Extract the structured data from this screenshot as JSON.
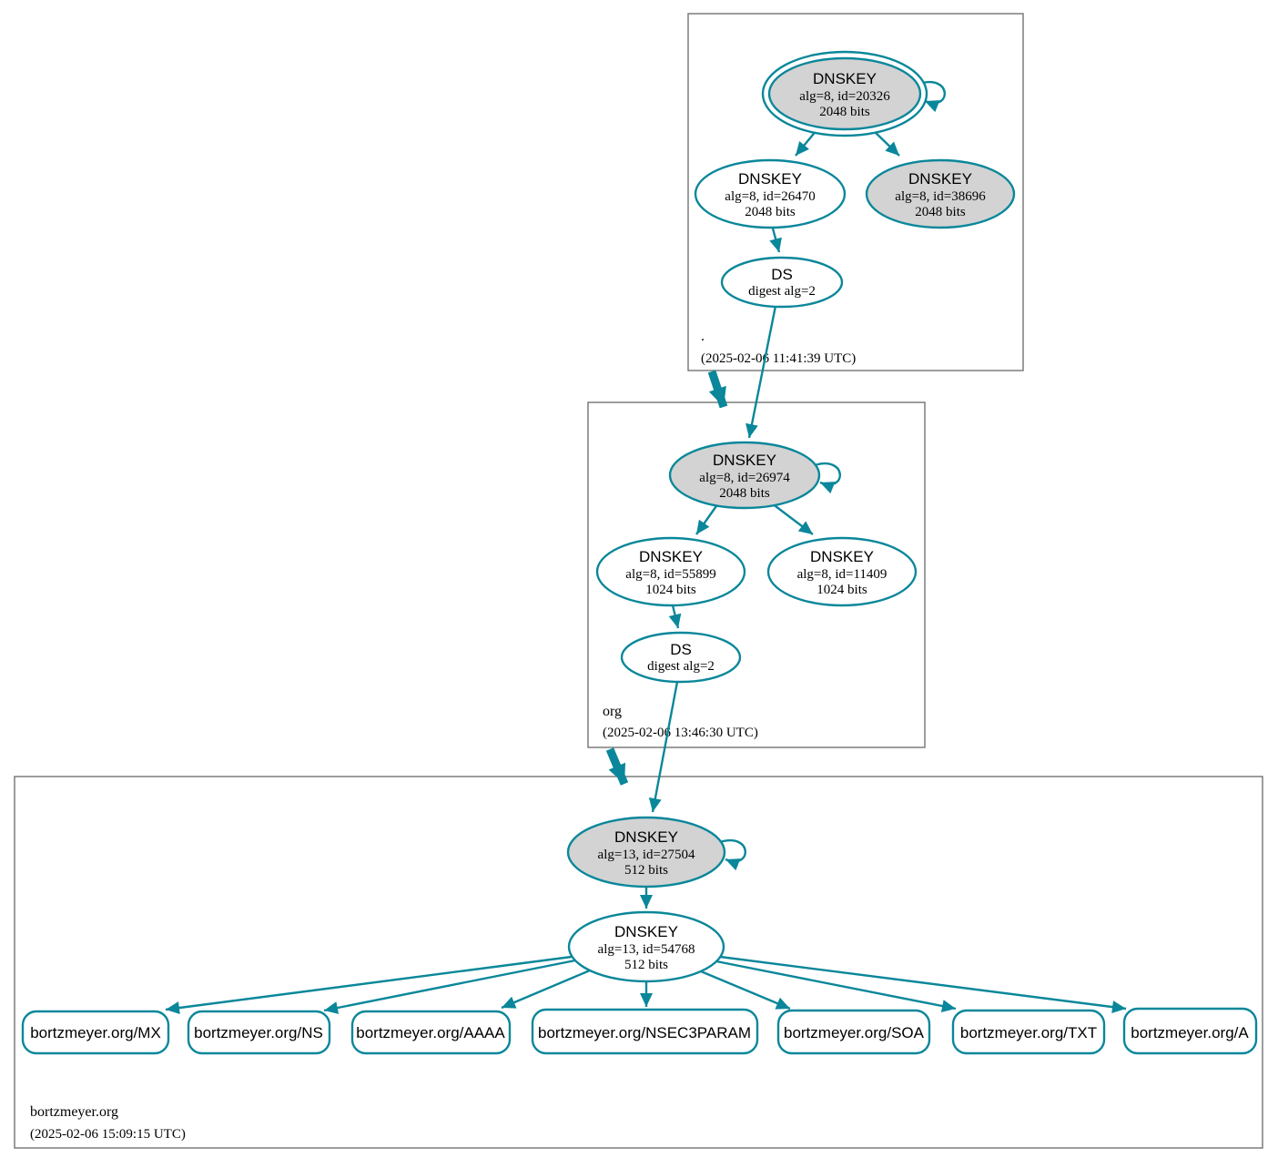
{
  "colors": {
    "edge": "#0A879A",
    "ksk_fill": "#D3D3D3",
    "node_fill": "#FFFFFF",
    "zone_border": "#737373",
    "text": "#000000",
    "background": "#FFFFFF"
  },
  "zones": [
    {
      "label": ".",
      "timestamp": "(2025-02-06 11:41:39 UTC)",
      "nodes": {
        "ksk": {
          "title": "DNSKEY",
          "detail": "alg=8, id=20326",
          "size": "2048 bits"
        },
        "zsk_a": {
          "title": "DNSKEY",
          "detail": "alg=8, id=26470",
          "size": "2048 bits"
        },
        "zsk_b": {
          "title": "DNSKEY",
          "detail": "alg=8, id=38696",
          "size": "2048 bits"
        },
        "ds": {
          "title": "DS",
          "detail": "digest alg=2"
        }
      }
    },
    {
      "label": "org",
      "timestamp": "(2025-02-06 13:46:30 UTC)",
      "nodes": {
        "ksk": {
          "title": "DNSKEY",
          "detail": "alg=8, id=26974",
          "size": "2048 bits"
        },
        "zsk_a": {
          "title": "DNSKEY",
          "detail": "alg=8, id=55899",
          "size": "1024 bits"
        },
        "zsk_b": {
          "title": "DNSKEY",
          "detail": "alg=8, id=11409",
          "size": "1024 bits"
        },
        "ds": {
          "title": "DS",
          "detail": "digest alg=2"
        }
      }
    },
    {
      "label": "bortzmeyer.org",
      "timestamp": "(2025-02-06 15:09:15 UTC)",
      "nodes": {
        "ksk": {
          "title": "DNSKEY",
          "detail": "alg=13, id=27504",
          "size": "512 bits"
        },
        "zsk": {
          "title": "DNSKEY",
          "detail": "alg=13, id=54768",
          "size": "512 bits"
        }
      },
      "rrsets": [
        {
          "label": "bortzmeyer.org/MX"
        },
        {
          "label": "bortzmeyer.org/NS"
        },
        {
          "label": "bortzmeyer.org/AAAA"
        },
        {
          "label": "bortzmeyer.org/NSEC3PARAM"
        },
        {
          "label": "bortzmeyer.org/SOA"
        },
        {
          "label": "bortzmeyer.org/TXT"
        },
        {
          "label": "bortzmeyer.org/A"
        }
      ]
    }
  ]
}
